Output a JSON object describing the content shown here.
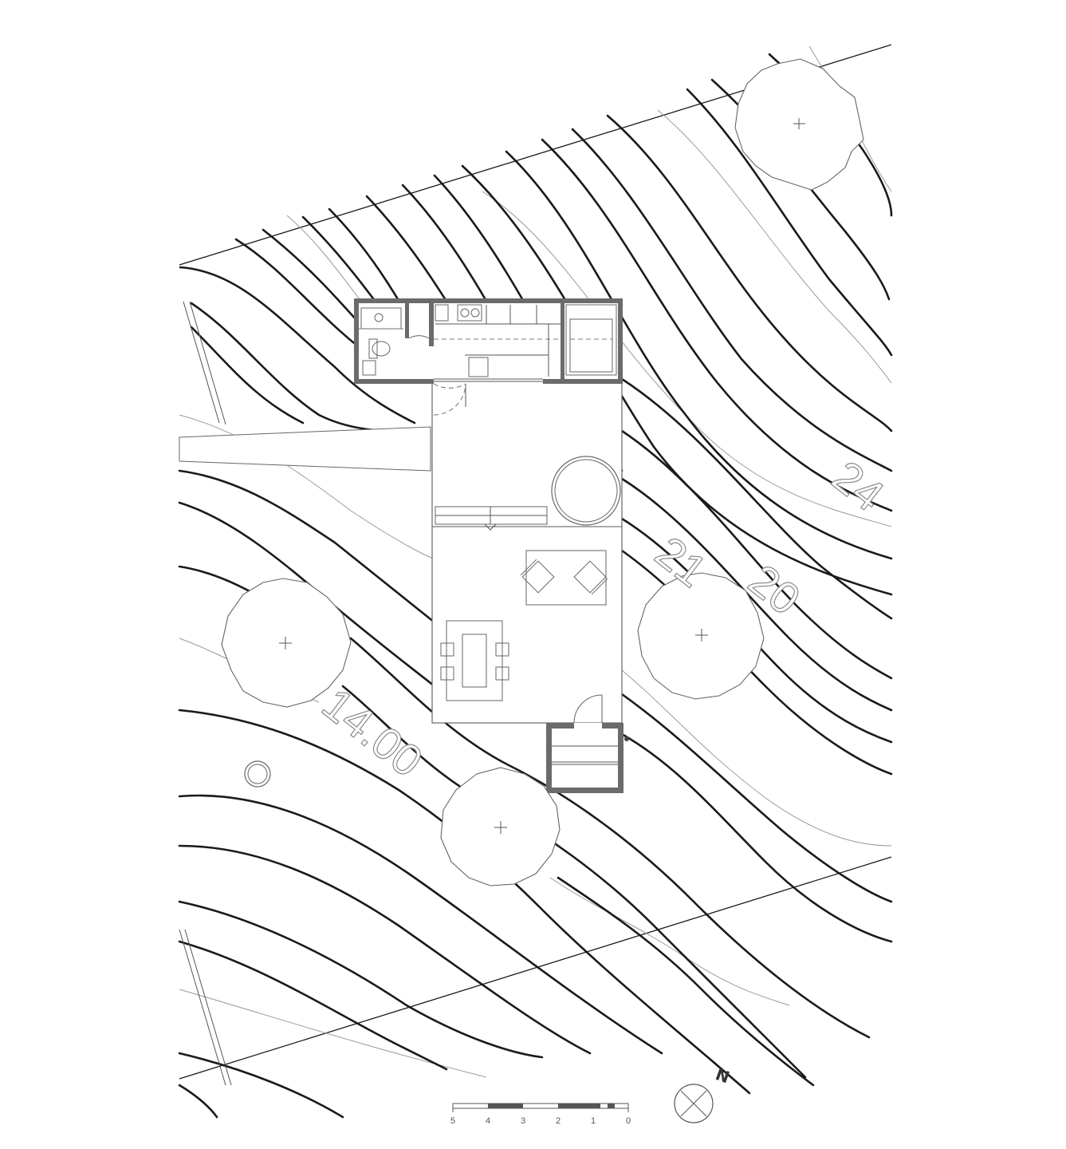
{
  "contour_labels": {
    "elevation_14": "14.00",
    "elevation_21": "21",
    "elevation_20": "20",
    "elevation_24": "24"
  },
  "scale_bar": {
    "ticks": [
      "5",
      "4",
      "3",
      "2",
      "1",
      "0"
    ]
  },
  "north_arrow": {
    "label": "N"
  }
}
